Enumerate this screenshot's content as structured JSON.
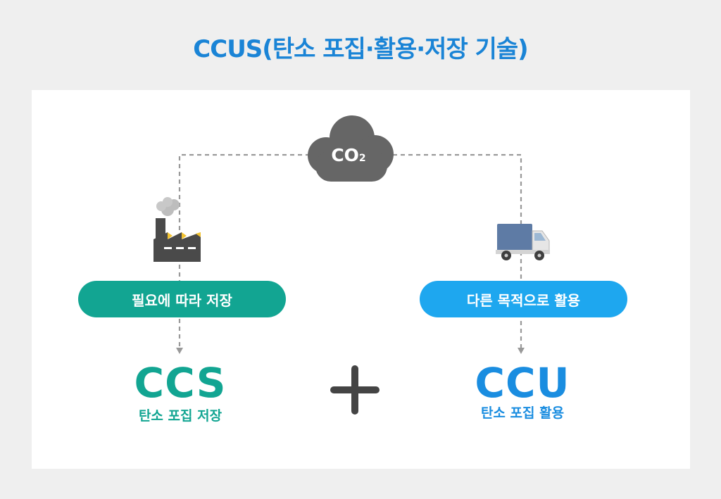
{
  "title": "CCUS(탄소 포집·활용·저장 기술)",
  "cloud": {
    "label_main": "CO",
    "label_sub": "2"
  },
  "left": {
    "pill_label": "필요에 따라 저장",
    "acronym": "CCS",
    "subtitle": "탄소 포집 저장",
    "icon": "factory-icon"
  },
  "right": {
    "pill_label": "다른 목적으로 활용",
    "acronym": "CCU",
    "subtitle": "탄소 포집 활용",
    "icon": "truck-icon"
  },
  "colors": {
    "title": "#1a84d6",
    "ccs": "#12a592",
    "ccu_pill": "#1ea7ef",
    "ccu_text": "#1a8de0",
    "cloud": "#666666",
    "background": "#efefef"
  }
}
